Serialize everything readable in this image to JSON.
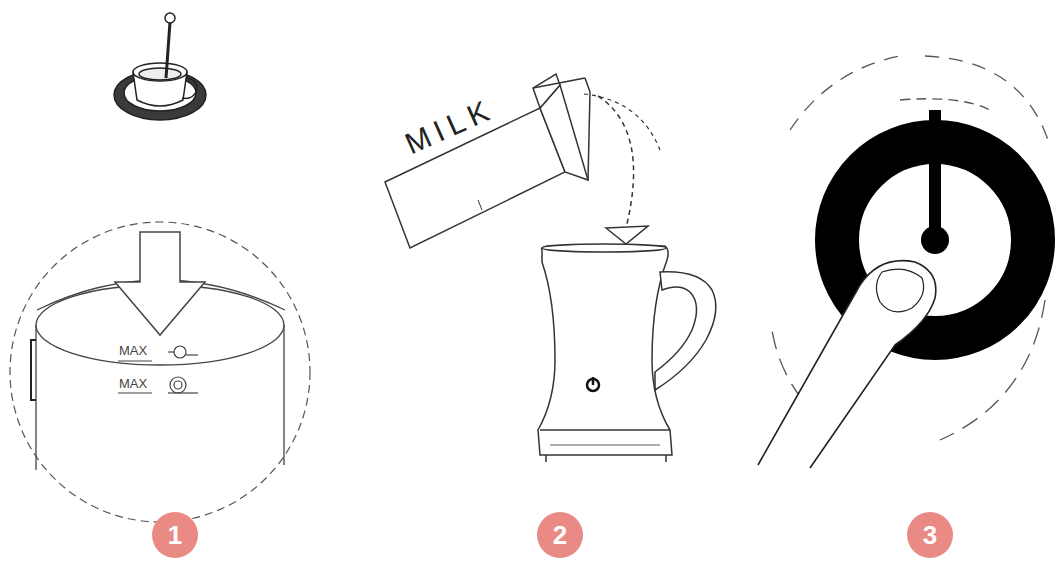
{
  "diagram": {
    "nodes": [
      {
        "text": [
          "1"
        ]
      },
      {
        "text": [
          "2"
        ]
      },
      {
        "text": [
          "3"
        ]
      }
    ],
    "labels": [
      "MAX",
      "MAX",
      "MILK"
    ]
  }
}
